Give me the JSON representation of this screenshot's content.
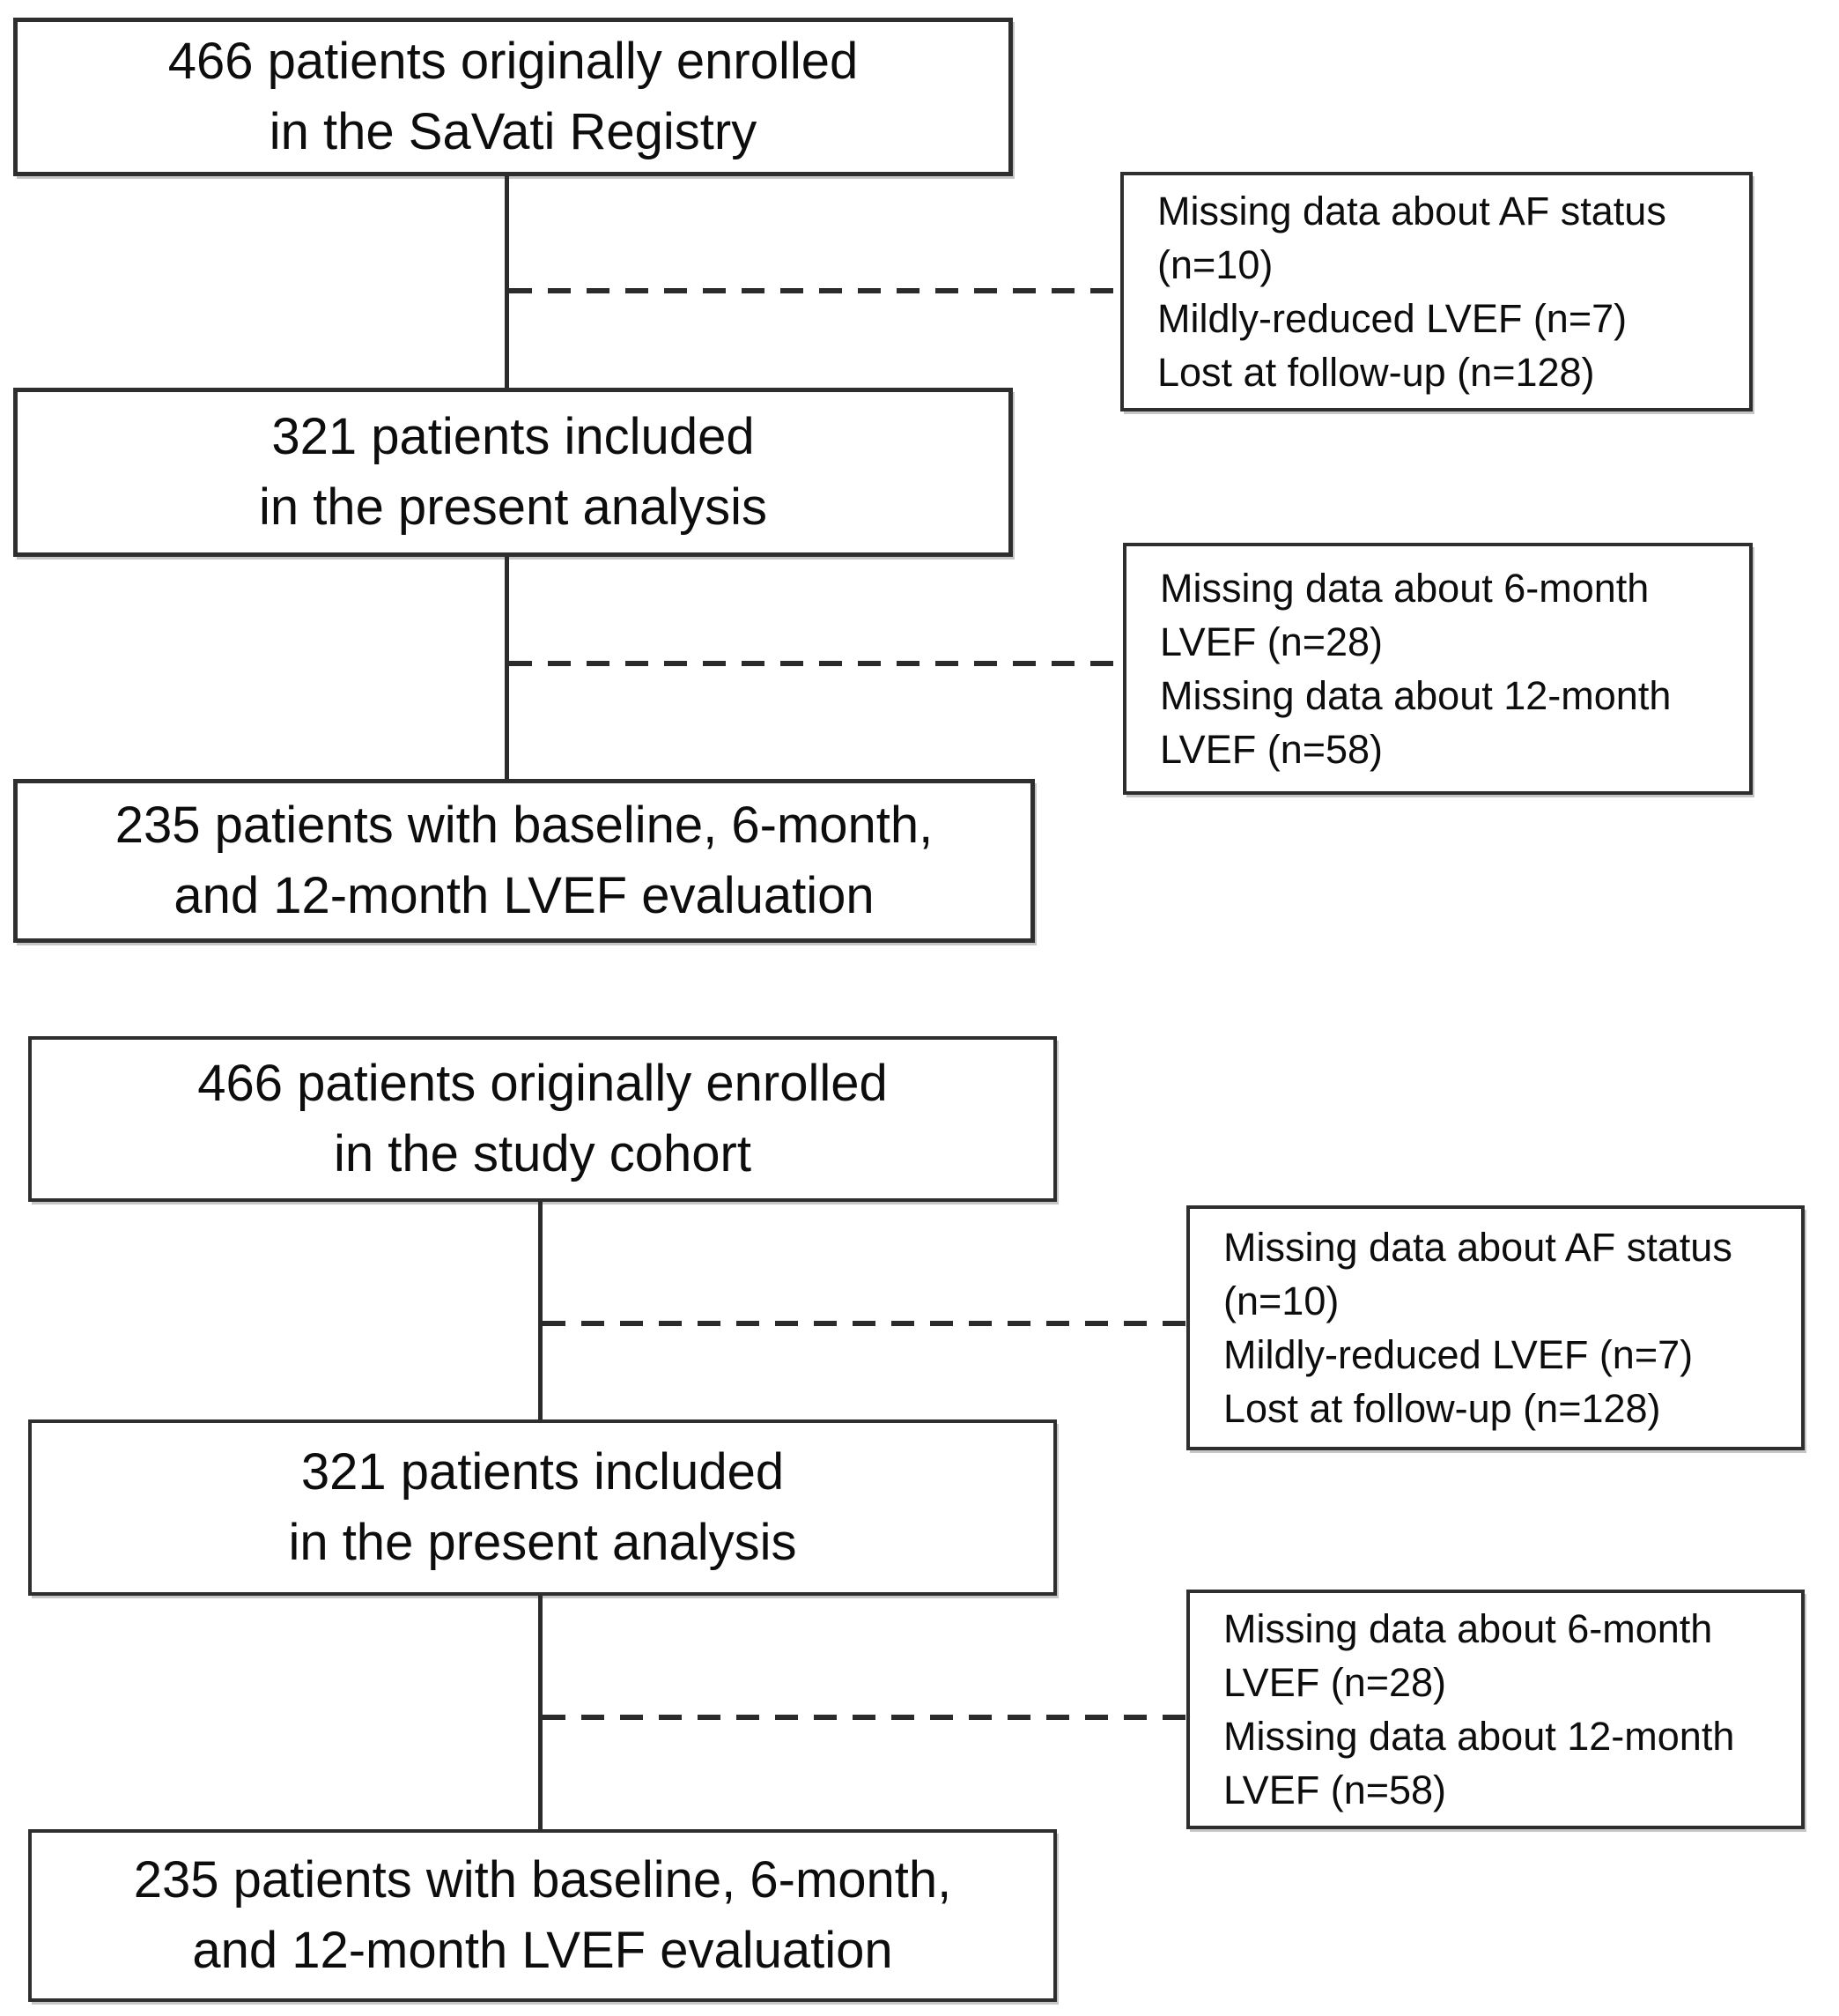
{
  "colors": {
    "background": "#ffffff",
    "box_border": "#2e2e2e",
    "line": "#2b2b2b",
    "text": "#0d0d0d"
  },
  "charts": [
    {
      "name": "savati-registry-flow",
      "boxes": {
        "enrolled": {
          "count": 466,
          "lines": [
            "466 patients originally enrolled",
            "in the SaVati Registry"
          ]
        },
        "exclusion1": {
          "lines": [
            "Missing data about AF status",
            "(n=10)",
            "Mildly-reduced LVEF (n=7)",
            "Lost at follow-up (n=128)"
          ]
        },
        "included": {
          "count": 321,
          "lines": [
            "321 patients included",
            "in the present analysis"
          ]
        },
        "exclusion2": {
          "lines": [
            "Missing data about 6-month",
            "LVEF (n=28)",
            "Missing data about 12-month",
            "LVEF (n=58)"
          ]
        },
        "final": {
          "count": 235,
          "lines": [
            "235 patients with baseline, 6-month,",
            "and 12-month LVEF evaluation"
          ]
        }
      }
    },
    {
      "name": "study-cohort-flow",
      "boxes": {
        "enrolled": {
          "count": 466,
          "lines": [
            "466 patients originally enrolled",
            "in the study cohort"
          ]
        },
        "exclusion1": {
          "lines": [
            "Missing data about AF status",
            "(n=10)",
            "Mildly-reduced LVEF (n=7)",
            "Lost at follow-up (n=128)"
          ]
        },
        "included": {
          "count": 321,
          "lines": [
            "321 patients included",
            "in the present analysis"
          ]
        },
        "exclusion2": {
          "lines": [
            "Missing data about 6-month",
            "LVEF (n=28)",
            "Missing data about 12-month",
            "LVEF (n=58)"
          ]
        },
        "final": {
          "count": 235,
          "lines": [
            "235 patients with baseline, 6-month,",
            "and 12-month LVEF evaluation"
          ]
        }
      }
    }
  ]
}
